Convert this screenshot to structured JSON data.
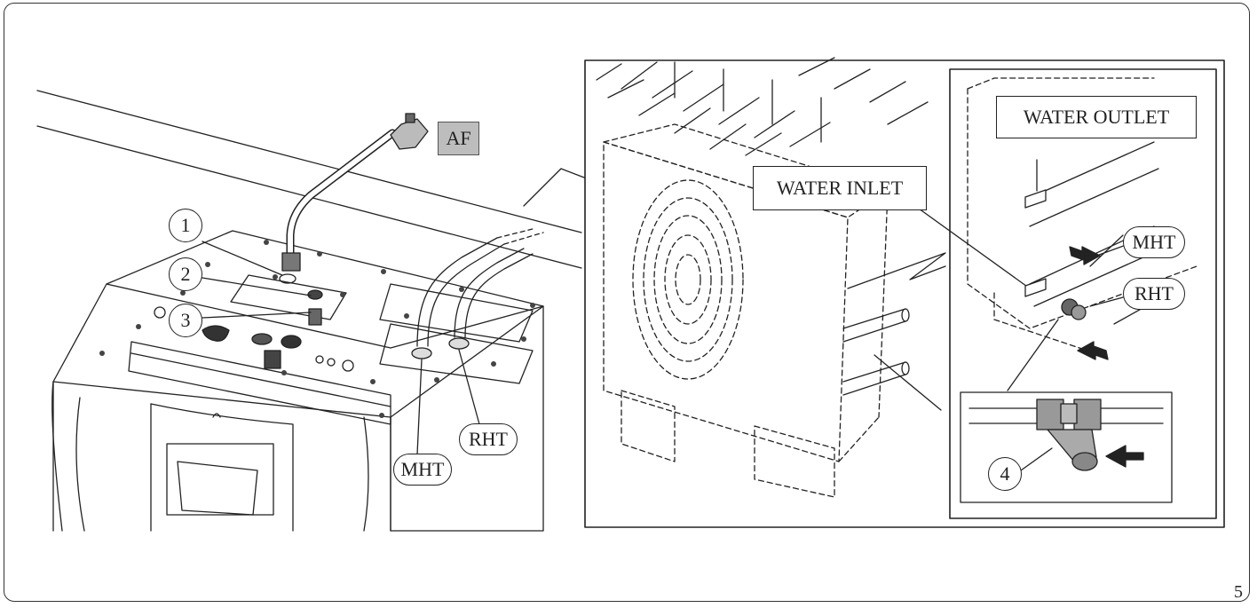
{
  "figure": {
    "page_number": "5",
    "labels": {
      "af": "AF",
      "callout_1": "1",
      "callout_2": "2",
      "callout_3": "3",
      "callout_4": "4",
      "mht_left": "MHT",
      "rht_left": "RHT",
      "mht_right": "MHT",
      "rht_right": "RHT",
      "water_outlet": "WATER OUTLET",
      "water_inlet": "WATER INLET"
    }
  }
}
